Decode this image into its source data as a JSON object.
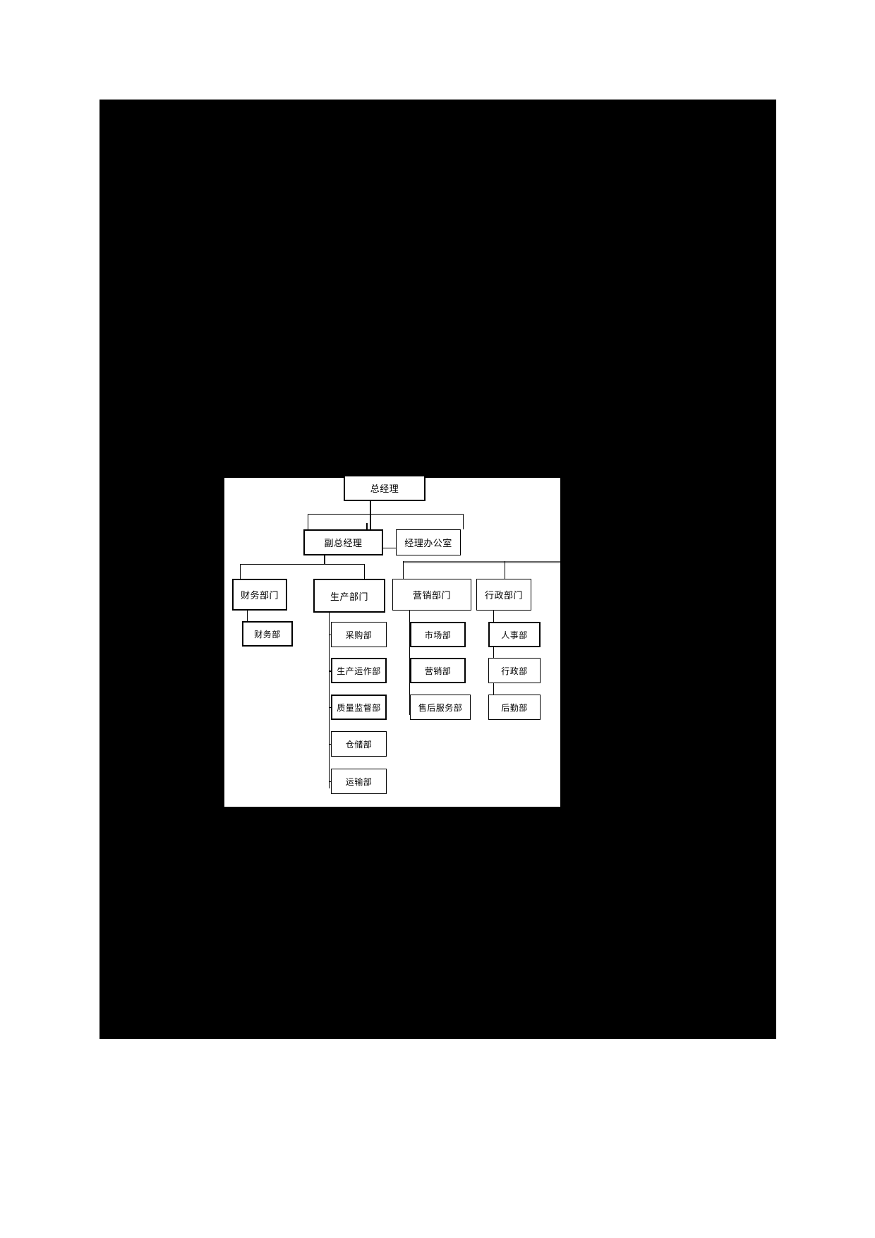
{
  "document": {
    "type": "organization-chart",
    "language": "zh-CN"
  },
  "chart": {
    "root": {
      "label": "总经理"
    },
    "level2": [
      {
        "label": "副总经理"
      },
      {
        "label": "经理办公室"
      }
    ],
    "departments": [
      {
        "label": "财务部门"
      },
      {
        "label": "生产部门"
      },
      {
        "label": "营销部门"
      },
      {
        "label": "行政部门"
      }
    ],
    "finance_units": [
      {
        "label": "财务部"
      }
    ],
    "production_units": [
      {
        "label": "采购部"
      },
      {
        "label": "生产运作部"
      },
      {
        "label": "质量监督部"
      },
      {
        "label": "仓储部"
      },
      {
        "label": "运输部"
      }
    ],
    "marketing_units": [
      {
        "label": "市场部"
      },
      {
        "label": "营销部"
      },
      {
        "label": "售后服务部"
      }
    ],
    "admin_units": [
      {
        "label": "人事部"
      },
      {
        "label": "行政部"
      },
      {
        "label": "后勤部"
      }
    ]
  },
  "colors": {
    "page_backdrop": "#000000",
    "canvas": "#ffffff",
    "line": "#000000",
    "accent_line": "#808080"
  }
}
